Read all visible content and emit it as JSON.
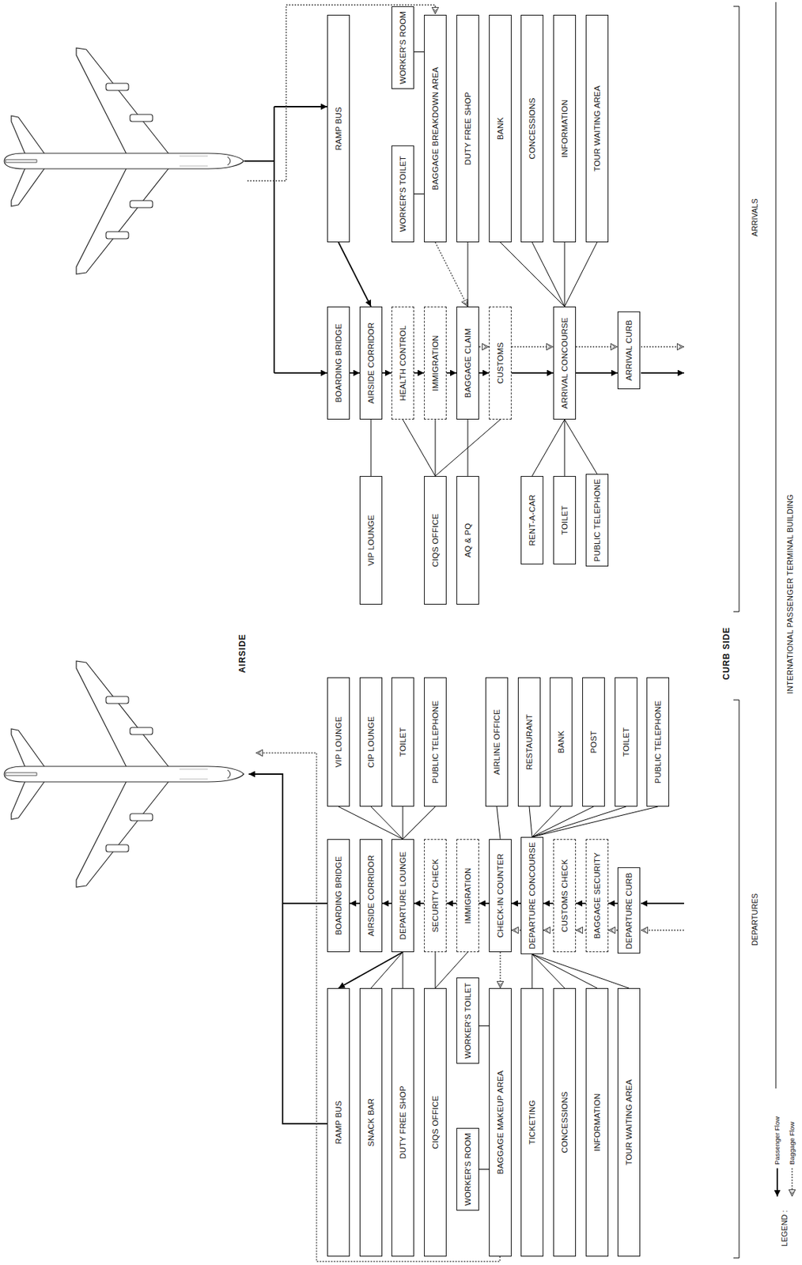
{
  "diagram": {
    "title": "INTERNATIONAL PASSENGER TERMINAL BUILDING",
    "nodes": [
      {
        "text": [
          "RAMP BUS"
        ]
      },
      {
        "text": [
          "SNACK BAR"
        ]
      },
      {
        "text": [
          "DUTY FREE SHOP"
        ]
      },
      {
        "text": [
          "CIQS OFFICE"
        ]
      },
      {
        "text": [
          "WORKER'S TOILET"
        ]
      },
      {
        "text": [
          "WORKER'S ROOM"
        ]
      },
      {
        "text": [
          "BAGGAGE MAKEUP AREA"
        ]
      },
      {
        "text": [
          "TICKETING"
        ]
      },
      {
        "text": [
          "CONCESSIONS"
        ]
      },
      {
        "text": [
          "INFORMATION"
        ]
      },
      {
        "text": [
          "TOUR WAITING AREA"
        ]
      },
      {
        "text": [
          "BOARDING BRIDGE"
        ]
      },
      {
        "text": [
          "AIRSIDE CORRIDOR"
        ]
      },
      {
        "text": [
          "DEPARTURE LOUNGE"
        ]
      },
      {
        "text": [
          "SECURITY CHECK"
        ]
      },
      {
        "text": [
          "IMMIGRATION"
        ]
      },
      {
        "text": [
          "CHECK-IN COUNTER"
        ]
      },
      {
        "text": [
          "DEPARTURE CONCOURSE"
        ]
      },
      {
        "text": [
          "CUSTOMS CHECK"
        ]
      },
      {
        "text": [
          "BAGGAGE SECURITY"
        ]
      },
      {
        "text": [
          "DEPARTURE CURB"
        ]
      },
      {
        "text": [
          "VIP LOUNGE"
        ]
      },
      {
        "text": [
          "CIP LOUNGE"
        ]
      },
      {
        "text": [
          "TOILET"
        ]
      },
      {
        "text": [
          "PUBLIC TELEPHONE"
        ]
      },
      {
        "text": [
          "AIRLINE OFFICE"
        ]
      },
      {
        "text": [
          "RESTAURANT"
        ]
      },
      {
        "text": [
          "BANK"
        ]
      },
      {
        "text": [
          "POST"
        ]
      },
      {
        "text": [
          "TOILET"
        ]
      },
      {
        "text": [
          "PUBLIC TELEPHONE"
        ]
      },
      {
        "text": [
          "BOARDING BRIDGE"
        ]
      },
      {
        "text": [
          "AIRSIDE CORRIDOR"
        ]
      },
      {
        "text": [
          "HEALTH CONTROL"
        ]
      },
      {
        "text": [
          "IMMIGRATION"
        ]
      },
      {
        "text": [
          "BAGGAGE CLAIM"
        ]
      },
      {
        "text": [
          "CUSTOMS"
        ]
      },
      {
        "text": [
          "ARRIVAL CONCOURSE"
        ]
      },
      {
        "text": [
          "ARRIVAL CURB"
        ]
      },
      {
        "text": [
          "VIP LOUNGE"
        ]
      },
      {
        "text": [
          "CIQS OFFICE"
        ]
      },
      {
        "text": [
          "AQ & PQ"
        ]
      },
      {
        "text": [
          "RENT-A-CAR"
        ]
      },
      {
        "text": [
          "TOILET"
        ]
      },
      {
        "text": [
          "PUBLIC TELEPHONE"
        ]
      },
      {
        "text": [
          "RAMP BUS"
        ]
      },
      {
        "text": [
          "WORKER'S TOILET"
        ]
      },
      {
        "text": [
          "WORKER'S ROOM"
        ]
      },
      {
        "text": [
          "BAGGAGE BREAKDOWN AREA"
        ]
      },
      {
        "text": [
          "DUTY FREE SHOP"
        ]
      },
      {
        "text": [
          "BANK"
        ]
      },
      {
        "text": [
          "CONCESSIONS"
        ]
      },
      {
        "text": [
          "INFORMATION"
        ]
      },
      {
        "text": [
          "TOUR WAITING AREA"
        ]
      }
    ],
    "edges": [
      {
        "from": 20,
        "to": 19,
        "arrow": "to"
      },
      {
        "from": 19,
        "to": 18,
        "arrow": "to"
      },
      {
        "from": 18,
        "to": 17,
        "arrow": "to"
      },
      {
        "from": 17,
        "to": 16,
        "arrow": "to"
      },
      {
        "from": 16,
        "to": 15,
        "arrow": "to"
      },
      {
        "from": 15,
        "to": 14,
        "arrow": "to"
      },
      {
        "from": 14,
        "to": 13,
        "arrow": "to"
      },
      {
        "from": 13,
        "to": 12,
        "arrow": "to"
      },
      {
        "from": 12,
        "to": 11,
        "arrow": "to"
      },
      {
        "from": 20,
        "to": 19,
        "arrow": "to"
      },
      {
        "from": 19,
        "to": 18,
        "arrow": "to"
      },
      {
        "from": 18,
        "to": 17,
        "arrow": "to"
      },
      {
        "from": 17,
        "to": 16,
        "arrow": "to"
      },
      {
        "from": 16,
        "to": 6,
        "arrow": "to"
      },
      {
        "from": 13,
        "to": 0,
        "arrow": "to"
      },
      {
        "from": 13,
        "to": 21,
        "arrow": "none"
      },
      {
        "from": 13,
        "to": 22,
        "arrow": "none"
      },
      {
        "from": 13,
        "to": 23,
        "arrow": "none"
      },
      {
        "from": 13,
        "to": 24,
        "arrow": "none"
      },
      {
        "from": 13,
        "to": 1,
        "arrow": "none"
      },
      {
        "from": 13,
        "to": 2,
        "arrow": "none"
      },
      {
        "from": 14,
        "to": 3,
        "arrow": "none"
      },
      {
        "from": 15,
        "to": 3,
        "arrow": "none"
      },
      {
        "from": 16,
        "to": 25,
        "arrow": "none"
      },
      {
        "from": 17,
        "to": 26,
        "arrow": "none"
      },
      {
        "from": 17,
        "to": 27,
        "arrow": "none"
      },
      {
        "from": 17,
        "to": 28,
        "arrow": "none"
      },
      {
        "from": 17,
        "to": 29,
        "arrow": "none"
      },
      {
        "from": 17,
        "to": 30,
        "arrow": "none"
      },
      {
        "from": 17,
        "to": 7,
        "arrow": "none"
      },
      {
        "from": 17,
        "to": 8,
        "arrow": "none"
      },
      {
        "from": 17,
        "to": 9,
        "arrow": "none"
      },
      {
        "from": 17,
        "to": 10,
        "arrow": "none"
      },
      {
        "from": 4,
        "to": 6,
        "arrow": "none"
      },
      {
        "from": 5,
        "to": 6,
        "arrow": "none"
      },
      {
        "from": 31,
        "to": 32,
        "arrow": "to"
      },
      {
        "from": 32,
        "to": 33,
        "arrow": "to"
      },
      {
        "from": 33,
        "to": 34,
        "arrow": "to"
      },
      {
        "from": 34,
        "to": 35,
        "arrow": "to"
      },
      {
        "from": 35,
        "to": 36,
        "arrow": "to"
      },
      {
        "from": 36,
        "to": 37,
        "arrow": "to"
      },
      {
        "from": 37,
        "to": 38,
        "arrow": "to"
      },
      {
        "from": 35,
        "to": 36,
        "arrow": "to"
      },
      {
        "from": 36,
        "to": 37,
        "arrow": "to"
      },
      {
        "from": 37,
        "to": 38,
        "arrow": "to"
      },
      {
        "from": 48,
        "to": 35,
        "arrow": "to"
      },
      {
        "from": 45,
        "to": 32,
        "arrow": "to"
      },
      {
        "from": 32,
        "to": 39,
        "arrow": "none"
      },
      {
        "from": 33,
        "to": 40,
        "arrow": "none"
      },
      {
        "from": 34,
        "to": 40,
        "arrow": "none"
      },
      {
        "from": 36,
        "to": 40,
        "arrow": "none"
      },
      {
        "from": 35,
        "to": 41,
        "arrow": "none"
      },
      {
        "from": 35,
        "to": 49,
        "arrow": "none"
      },
      {
        "from": 37,
        "to": 50,
        "arrow": "none"
      },
      {
        "from": 37,
        "to": 51,
        "arrow": "none"
      },
      {
        "from": 37,
        "to": 52,
        "arrow": "none"
      },
      {
        "from": 37,
        "to": 53,
        "arrow": "none"
      },
      {
        "from": 37,
        "to": 42,
        "arrow": "none"
      },
      {
        "from": 37,
        "to": 43,
        "arrow": "none"
      },
      {
        "from": 37,
        "to": 44,
        "arrow": "none"
      },
      {
        "from": 46,
        "to": 48,
        "arrow": "none"
      },
      {
        "from": 47,
        "to": 48,
        "arrow": "none"
      }
    ],
    "labels": [
      "AIRSIDE",
      "CURB SIDE",
      "DEPARTURES",
      "ARRIVALS",
      "LEGEND :"
    ],
    "legend": [
      {
        "text": "Passenger Flow"
      },
      {
        "text": "Baggage Flow"
      }
    ]
  }
}
